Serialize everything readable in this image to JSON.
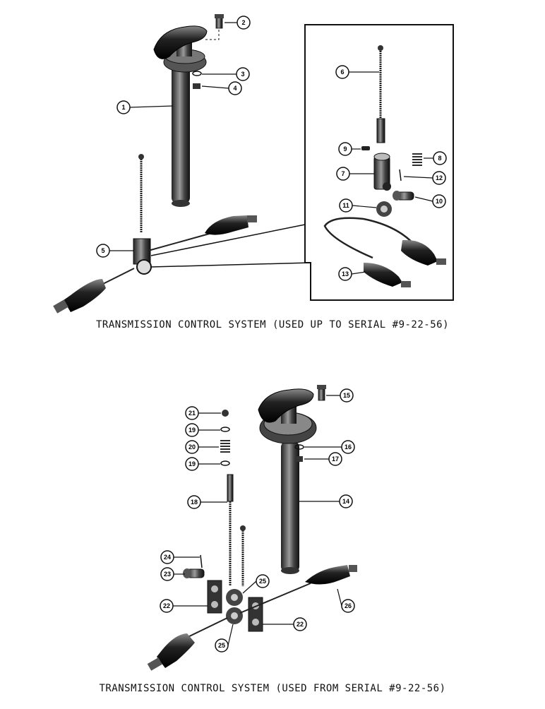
{
  "diagram": {
    "top": {
      "caption": "TRANSMISSION CONTROL SYSTEM (USED UP TO SERIAL #9-22-56)",
      "callouts": [
        "1",
        "2",
        "3",
        "4",
        "5",
        "6",
        "7",
        "8",
        "9",
        "10",
        "11",
        "12",
        "13"
      ]
    },
    "bottom": {
      "caption": "TRANSMISSION CONTROL SYSTEM (USED FROM SERIAL #9-22-56)",
      "callouts": [
        "14",
        "15",
        "16",
        "17",
        "18",
        "19",
        "19",
        "20",
        "21",
        "22",
        "22",
        "23",
        "24",
        "25",
        "25",
        "26"
      ]
    }
  }
}
